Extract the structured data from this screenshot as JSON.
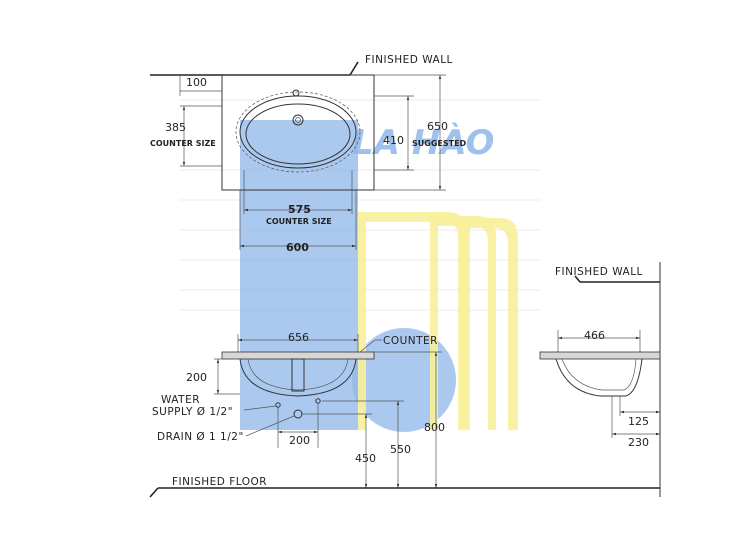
{
  "watermark": {
    "text": "LA HÀO",
    "blue": "#8fb7ea",
    "yellow": "#f7ef9a"
  },
  "plan": {
    "finished_wall": "FINISHED WALL",
    "dim_100": "100",
    "dim_385": "385",
    "counter_size_left": "COUNTER SIZE",
    "dim_410": "410",
    "dim_650": "650",
    "suggested": "SUGGESTED",
    "dim_575": "575",
    "counter_size_bottom": "COUNTER SIZE",
    "dim_600": "600"
  },
  "front": {
    "dim_656": "656",
    "counter": "COUNTER",
    "dim_200_left": "200",
    "water_supply_line1": "WATER",
    "water_supply_line2": "SUPPLY Ø 1/2\"",
    "drain": "DRAIN Ø 1 1/2\"",
    "dim_200_bottom": "200",
    "dim_450": "450",
    "dim_550": "550",
    "dim_800": "800",
    "finished_floor": "FINISHED FLOOR"
  },
  "side": {
    "finished_wall": "FINISHED WALL",
    "dim_466": "466",
    "dim_125": "125",
    "dim_230": "230"
  }
}
